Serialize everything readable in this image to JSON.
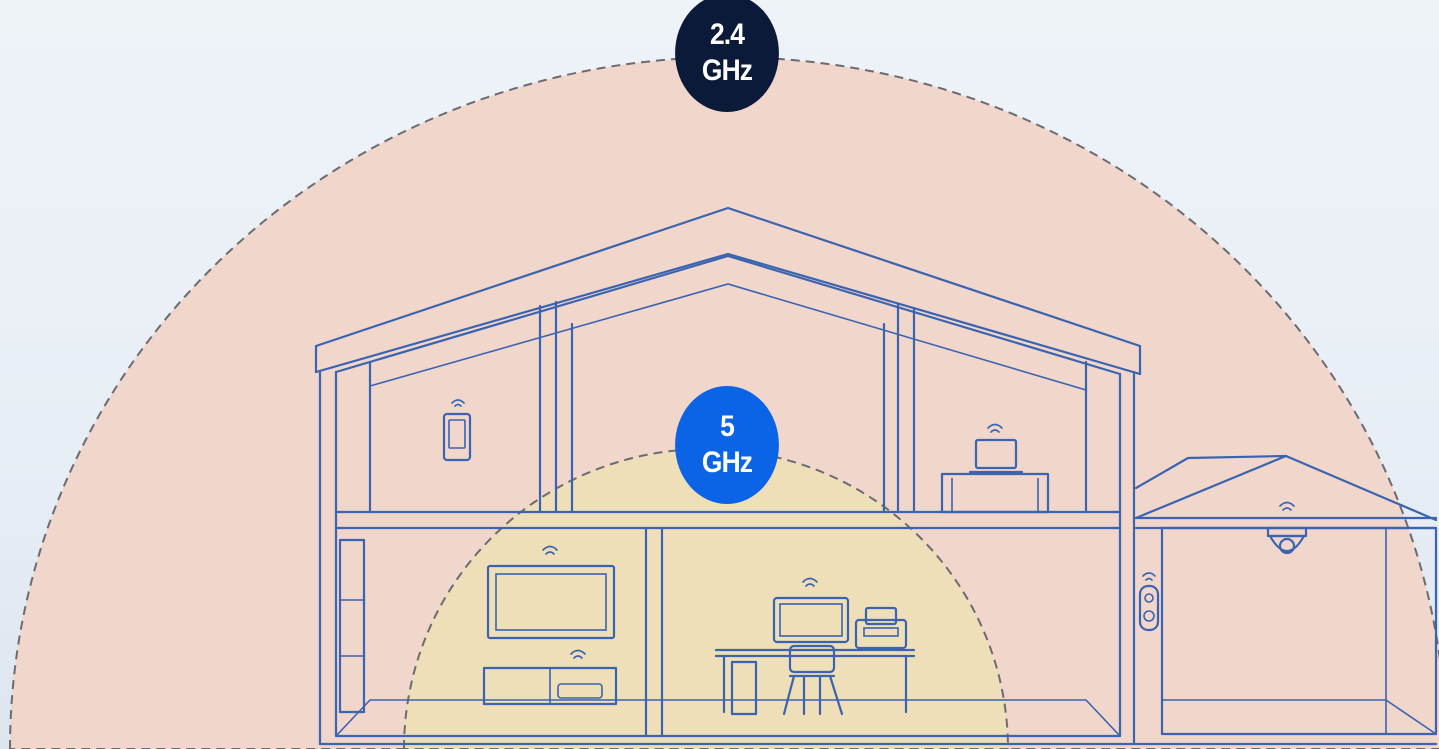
{
  "bands": {
    "band_24": {
      "line1": "2.4",
      "line2": "GHz"
    },
    "band_5": {
      "line1": "5",
      "line2": "GHz"
    }
  },
  "colors": {
    "background": "#eef3f8",
    "range_24": "#f1d6cc",
    "range_5": "#eedfb8",
    "badge_24": "#0c1a3a",
    "badge_5": "#0b63e5",
    "outline": "#3a63b0",
    "dashes": "#6b6b72"
  },
  "icons": [
    "smartphone-icon",
    "laptop-icon",
    "tv-icon",
    "console-icon",
    "monitor-icon",
    "printer-icon",
    "doorbell-icon",
    "security-camera-icon"
  ]
}
